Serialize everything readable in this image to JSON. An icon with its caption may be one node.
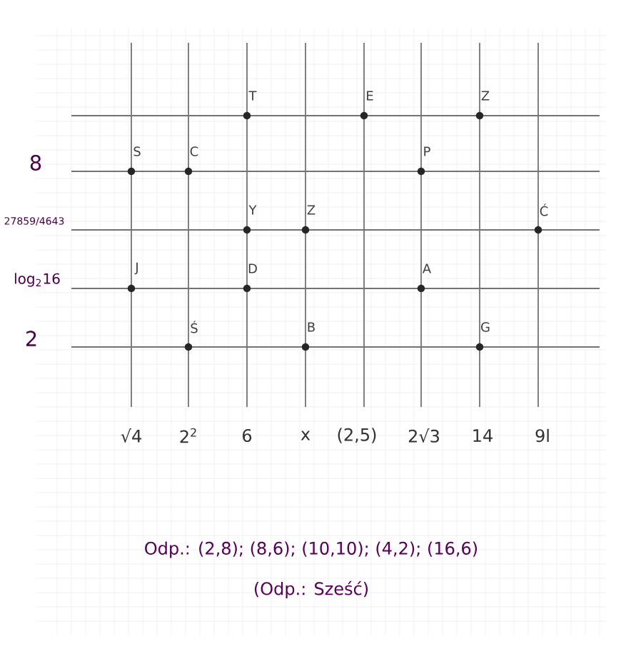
{
  "diagram": {
    "labels": [
      "T",
      "E",
      "Z",
      "8",
      "S",
      "C",
      "P",
      "27859/4643",
      "Y",
      "Z",
      "Ć",
      "log$_{2}$16",
      "J",
      "D",
      "A",
      "2",
      "Ś",
      "B",
      "G",
      "√4",
      "2$^{2}$",
      "6",
      "x",
      "(2,5)",
      "2√3",
      "14",
      "9l",
      "Odp.: (2,8); (8,6); (10,10); (4,2); (16,6)",
      "(Odp.: Sześć)"
    ]
  }
}
